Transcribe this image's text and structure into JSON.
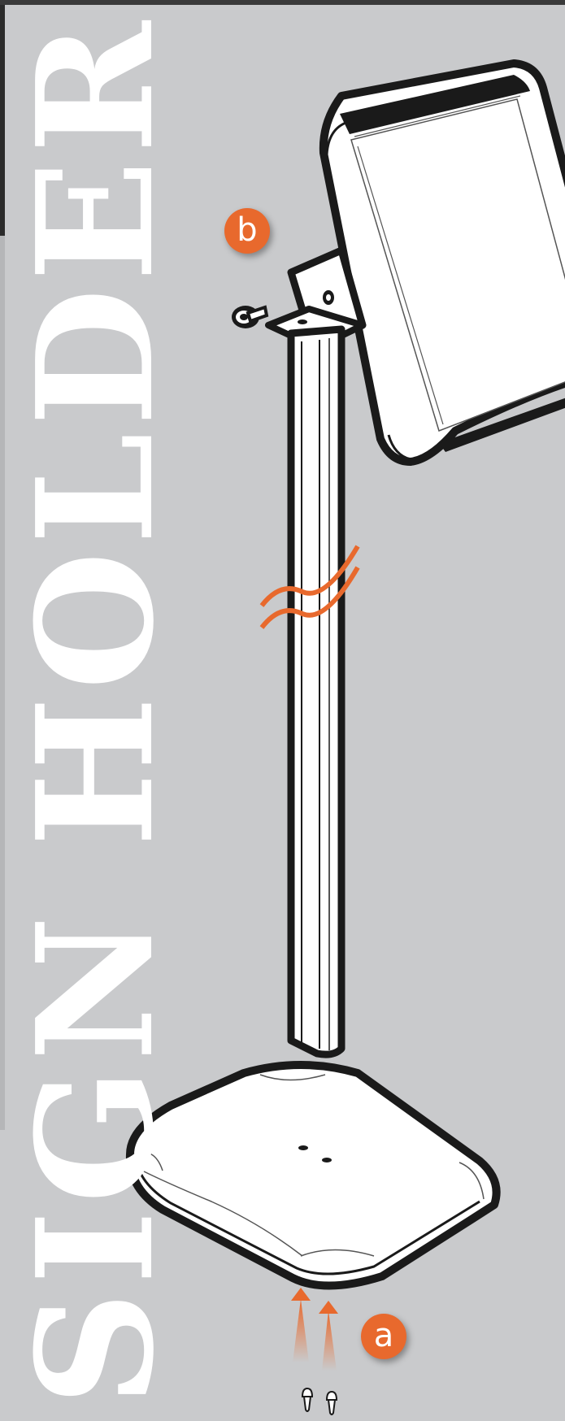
{
  "title": "SIGN HOLDER",
  "labels": {
    "base_step": "a",
    "bracket_step": "b"
  },
  "colors": {
    "background": "#c9cacc",
    "accent": "#e8692d",
    "outline": "#1a1a1a",
    "title_text": "#ffffff"
  },
  "icons": [
    "sign-frame-icon",
    "pole-icon",
    "bracket-icon",
    "base-plate-icon",
    "screw-icon",
    "bolt-icon",
    "break-mark-icon",
    "up-arrow-icon"
  ]
}
